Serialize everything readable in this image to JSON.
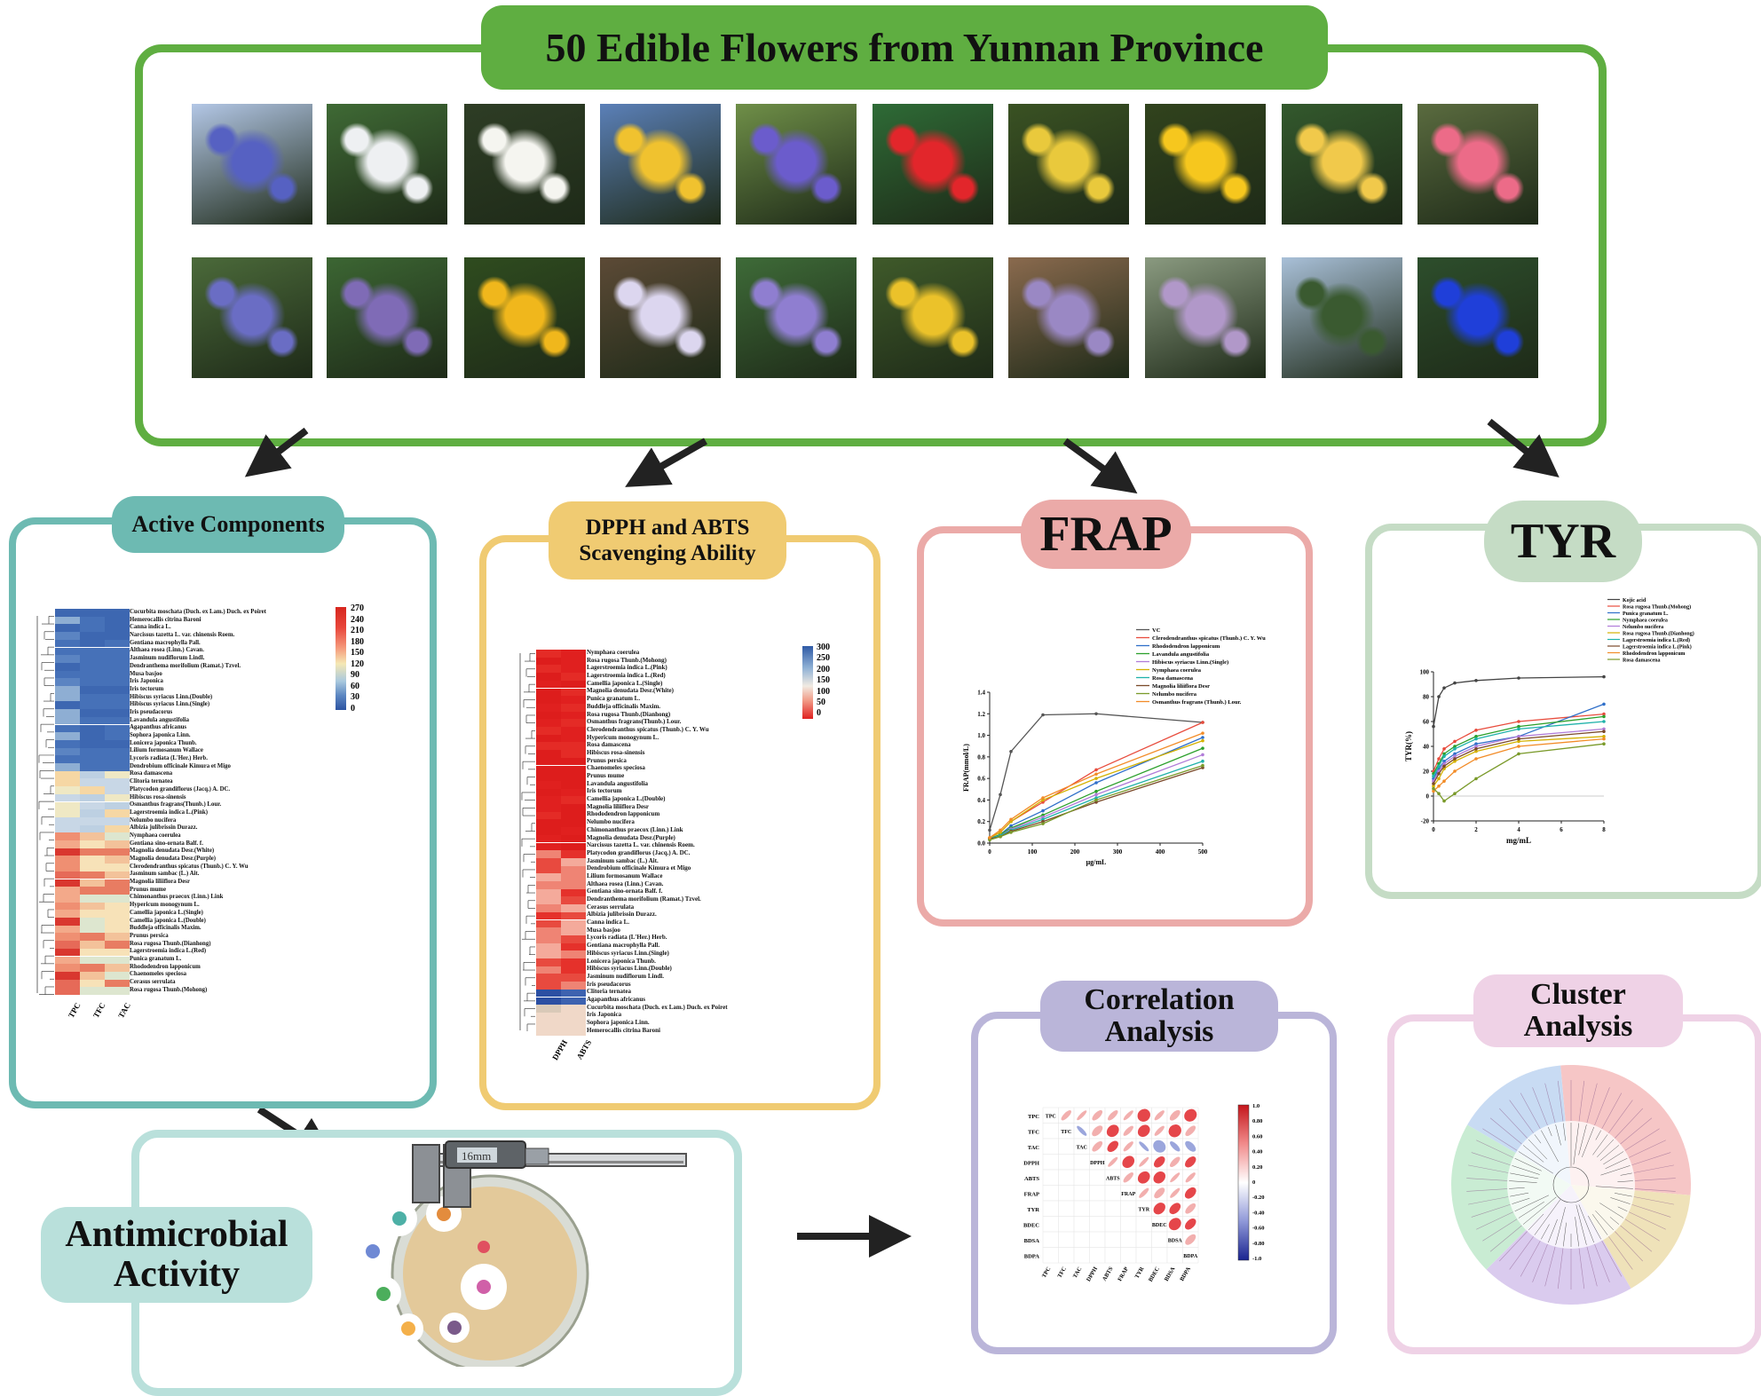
{
  "header": {
    "title": "50 Edible Flowers from Yunnan Province"
  },
  "photos": [
    {
      "bg": "#b3c7e6",
      "fg": "#5661c2"
    },
    {
      "bg": "#3f6a35",
      "fg": "#eef0f2"
    },
    {
      "bg": "#2e3d25",
      "fg": "#f5f5f0"
    },
    {
      "bg": "#5b80b8",
      "fg": "#f0c22f"
    },
    {
      "bg": "#6f8f48",
      "fg": "#6b5ccc"
    },
    {
      "bg": "#2e6b36",
      "fg": "#e2262b"
    },
    {
      "bg": "#3a5223",
      "fg": "#e9c93c"
    },
    {
      "bg": "#31431d",
      "fg": "#f6c71e"
    },
    {
      "bg": "#33592d",
      "fg": "#f1c94b"
    },
    {
      "bg": "#5a6b3f",
      "fg": "#ec6b88"
    },
    {
      "bg": "#4b6a3a",
      "fg": "#6a6dc4"
    },
    {
      "bg": "#3c6633",
      "fg": "#7f6bb6"
    },
    {
      "bg": "#2f4c1f",
      "fg": "#f0b71c"
    },
    {
      "bg": "#5c4a36",
      "fg": "#dcd6ef"
    },
    {
      "bg": "#3e6b38",
      "fg": "#8f7ed0"
    },
    {
      "bg": "#3f5a2a",
      "fg": "#ebc22a"
    },
    {
      "bg": "#8a6a4e",
      "fg": "#9a88c4"
    },
    {
      "bg": "#8a9a80",
      "fg": "#b198c9"
    },
    {
      "bg": "#a9c0d8",
      "fg": "#3a5a30"
    },
    {
      "bg": "#2d4e2c",
      "fg": "#1f3fd9"
    }
  ],
  "active": {
    "title": "Active Components",
    "species": [
      "Cucurbita moschata (Duch. ex Lam.) Duch. ex Poiret",
      "Hemerocallis citrina Baroni",
      "Canna indica L.",
      "Narcissus tazetta L. var. chinensis Roem.",
      "Gentiana macrophylla Pall.",
      "Althaea rosea (Linn.) Cavan.",
      "Jasminum nudiflorum Lindl.",
      "Dendranthema morifolium (Ramat.) Tzvel.",
      "Musa basjoo",
      "Iris Japonica",
      "Iris tectorum",
      "Hibiscus syriacus Linn.(Double)",
      "Hibiscus syriacus Linn.(Single)",
      "Iris pseudacorus",
      "Lavandula angustifolia",
      "Agapanthus africanus",
      "Sophora japonica Linn.",
      "Lonicera japonica Thunb.",
      "Lilium formosanum Wallace",
      "Lycoris radiata (L'Her.) Herb.",
      "Dendrobium officinale Kimura et Migo",
      "Rosa damascena",
      "Clitoria ternatea",
      "Platycodon grandiflorus (Jacq.) A. DC.",
      "Hibiscus rosa-sinensis",
      "Osmanthus fragrans(Thunb.) Lour.",
      "Lagerstroemia indica L.(Pink)",
      "Nelumbo nucifera",
      "Albizia julibrissin Durazz.",
      "Nymphaea coerulea",
      "Gentiana sino-ornata Balf. f.",
      "Magnolia denudata Desr.(White)",
      "Magnolia denudata Desr.(Purple)",
      "Clerodendranthus spicatus (Thunb.) C. Y. Wu",
      "Jasminum sambac (L.) Ait.",
      "Magnolia liliiflora Desr",
      "Prunus mume",
      "Chimonanthus praecox (Linn.) Link",
      "Hypericum monogynum L.",
      "Camellia japonica L.(Single)",
      "Camellia japonica L.(Double)",
      "Buddleja officinalis Maxim.",
      "Prunus persica",
      "Rosa rugosa Thunb.(Dianhong)",
      "Lagerstroemia indica L.(Red)",
      "Punica granatum L.",
      "Rhododendron lapponicum",
      "Chaenomeles speciosa",
      "Cerasus serrulata",
      "Rosa rugosa Thunb.(Mohong)"
    ],
    "cols": [
      "TPC",
      "TFC",
      "TAC"
    ],
    "legend": [
      "270",
      "240",
      "210",
      "180",
      "150",
      "120",
      "90",
      "60",
      "30",
      "0"
    ]
  },
  "dpph": {
    "title": "DPPH and ABTS Scavenging Ability",
    "species": [
      "Nymphaea coerulea",
      "Rosa rugosa Thunb.(Mohong)",
      "Lagerstroemia indica L.(Pink)",
      "Lagerstroemia indica L.(Red)",
      "Camellia japonica L.(Single)",
      "Magnolia denudata Desr.(White)",
      "Punica granatum L.",
      "Buddleja officinalis Maxim.",
      "Rosa rugosa Thunb.(Dianhong)",
      "Osmanthus fragrans(Thunb.) Lour.",
      "Clerodendranthus spicatus (Thunb.) C. Y. Wu",
      "Hypericum monogynum L.",
      "Rosa damascena",
      "Hibiscus rosa-sinensis",
      "Prunus persica",
      "Chaenomeles speciosa",
      "Prunus mume",
      "Lavandula angustifolia",
      "Iris tectorum",
      "Camellia japonica L.(Double)",
      "Magnolia liliiflora Desr",
      "Rhododendron lapponicum",
      "Nelumbo nucifera",
      "Chimonanthus praecox (Linn.) Link",
      "Magnolia denudata Desr.(Purple)",
      "Narcissus tazetta L. var. chinensis Roem.",
      "Platycodon grandiflorus (Jacq.) A. DC.",
      "Jasminum sambac (L.) Ait.",
      "Dendrobium officinale Kimura et Migo",
      "Lilium formosanum Wallace",
      "Althaea rosea (Linn.) Cavan.",
      "Gentiana sino-ornata Balf. f.",
      "Dendranthema morifolium (Ramat.) Tzvel.",
      "Cerasus serrulata",
      "Albizia julibrissin Durazz.",
      "Canna indica L.",
      "Musa basjoo",
      "Lycoris radiata (L'Her.) Herb.",
      "Gentiana macrophylla Pall.",
      "Hibiscus syriacus Linn.(Single)",
      "Lonicera japonica Thunb.",
      "Hibiscus syriacus Linn.(Double)",
      "Jasminum nudiflorum Lindl.",
      "Iris pseudacorus",
      "Clitoria ternatea",
      "Agapanthus africanus",
      "Cucurbita moschata (Duch. ex Lam.) Duch. ex Poiret",
      "Iris Japonica",
      "Sophora japonica Linn.",
      "Hemerocallis citrina Baroni"
    ],
    "cols": [
      "DPPH",
      "ABTS"
    ],
    "legend": [
      "300",
      "250",
      "200",
      "150",
      "100",
      "50",
      "0"
    ]
  },
  "frap": {
    "title": "FRAP",
    "ylabel": "FRAP(mmol/L)",
    "xlabel": "μg/mL",
    "xticks": [
      "0",
      "100",
      "200",
      "300",
      "400",
      "500"
    ],
    "yticks": [
      "0.0",
      "0.2",
      "0.4",
      "0.6",
      "0.8",
      "1.0",
      "1.2",
      "1.4"
    ],
    "legend": [
      "VC",
      "Clerodendranthus spicatus (Thunb.) C. Y. Wu",
      "Rhododendron lapponicum",
      "Lavandula angustifolia",
      "Hibiscus syriacus Linn.(Single)",
      "Nymphaea coerulea",
      "Rosa damascena",
      "Magnolia liliiflora Desr",
      "Nelumbo nucifera",
      "Osmanthus fragrans (Thunb.) Lour."
    ]
  },
  "tyr": {
    "title": "TYR",
    "ylabel": "TYR(%)",
    "xlabel": "mg/mL",
    "xticks": [
      "0",
      "2",
      "4",
      "6",
      "8"
    ],
    "yticks": [
      "100",
      "80",
      "60",
      "40",
      "20",
      "0",
      "-20"
    ],
    "legend": [
      "Kojic acid",
      "Rosa rugosa Thunb.(Mohong)",
      "Punica granatum L.",
      "Nymphaea coerulea",
      "Nelumbo nucifera",
      "Rosa rugosa Thunb.(Dianhong)",
      "Lagerstroemia indica L.(Red)",
      "Lagerstroemia indica L.(Pink)",
      "Rhododendron lapponicum",
      "Rosa damascena"
    ]
  },
  "antimicrobial": {
    "title": "Antimicrobial Activity",
    "caliper": "16mm"
  },
  "correlation": {
    "title": "Correlation Analysis",
    "vars": [
      "TPC",
      "TFC",
      "TAC",
      "DPPH",
      "ABTS",
      "FRAP",
      "TYR",
      "BDEC",
      "BDSA",
      "BDPA"
    ],
    "scale": [
      "1.0",
      "0.80",
      "0.60",
      "0.40",
      "0.20",
      "0",
      "-0.20",
      "-0.40",
      "-0.60",
      "-0.80",
      "-1.0"
    ]
  },
  "cluster": {
    "title": "Cluster Analysis"
  },
  "chart_data": [
    {
      "type": "line",
      "title": "FRAP",
      "xlabel": "μg/mL",
      "ylabel": "FRAP(mmol/L)",
      "xlim": [
        0,
        500
      ],
      "ylim": [
        0,
        1.4
      ],
      "x": [
        0,
        25,
        50,
        125,
        250,
        500
      ],
      "series": [
        {
          "name": "VC",
          "color": "#555555",
          "values": [
            0.12,
            0.45,
            0.85,
            1.19,
            1.2,
            1.12
          ]
        },
        {
          "name": "Clerodendranthus spicatus (Thunb.) C. Y. Wu",
          "color": "#e84c3d",
          "values": [
            0.05,
            0.1,
            0.2,
            0.38,
            0.68,
            1.12
          ]
        },
        {
          "name": "Rhododendron lapponicum",
          "color": "#2f6fc9",
          "values": [
            0.04,
            0.08,
            0.16,
            0.3,
            0.56,
            0.98
          ]
        },
        {
          "name": "Lavandula angustifolia",
          "color": "#2ca02c",
          "values": [
            0.04,
            0.08,
            0.14,
            0.26,
            0.48,
            0.88
          ]
        },
        {
          "name": "Hibiscus syriacus Linn.(Single)",
          "color": "#b07cd8",
          "values": [
            0.04,
            0.07,
            0.13,
            0.24,
            0.45,
            0.82
          ]
        },
        {
          "name": "Nymphaea coerulea",
          "color": "#d4b100",
          "values": [
            0.05,
            0.1,
            0.2,
            0.4,
            0.6,
            0.95
          ]
        },
        {
          "name": "Rosa damascena",
          "color": "#20b2aa",
          "values": [
            0.04,
            0.07,
            0.12,
            0.22,
            0.42,
            0.76
          ]
        },
        {
          "name": "Magnolia liliiflora Desr",
          "color": "#7b4a2a",
          "values": [
            0.04,
            0.06,
            0.11,
            0.2,
            0.38,
            0.7
          ]
        },
        {
          "name": "Nelumbo nucifera",
          "color": "#7a9a2a",
          "values": [
            0.03,
            0.06,
            0.1,
            0.18,
            0.4,
            0.72
          ]
        },
        {
          "name": "Osmanthus fragrans (Thunb.) Lour.",
          "color": "#f28c28",
          "values": [
            0.05,
            0.12,
            0.22,
            0.42,
            0.64,
            1.02
          ]
        }
      ]
    },
    {
      "type": "line",
      "title": "TYR",
      "xlabel": "mg/mL",
      "ylabel": "TYR(%)",
      "xlim": [
        0,
        8
      ],
      "ylim": [
        -20,
        100
      ],
      "x": [
        0,
        0.25,
        0.5,
        1,
        2,
        4,
        8
      ],
      "series": [
        {
          "name": "Kojic acid",
          "color": "#444444",
          "values": [
            56,
            80,
            87,
            91,
            93,
            95,
            96
          ]
        },
        {
          "name": "Rosa rugosa Thunb.(Mohong)",
          "color": "#e84c3d",
          "values": [
            20,
            30,
            38,
            44,
            53,
            60,
            66
          ]
        },
        {
          "name": "Punica granatum L.",
          "color": "#2f6fc9",
          "values": [
            14,
            22,
            28,
            34,
            42,
            48,
            74
          ]
        },
        {
          "name": "Nymphaea coerulea",
          "color": "#2ca02c",
          "values": [
            18,
            26,
            34,
            40,
            48,
            56,
            64
          ]
        },
        {
          "name": "Nelumbo nucifera",
          "color": "#b07cd8",
          "values": [
            12,
            20,
            26,
            32,
            40,
            48,
            54
          ]
        },
        {
          "name": "Rosa rugosa Thunb.(Dianhong)",
          "color": "#d4b100",
          "values": [
            8,
            14,
            22,
            28,
            36,
            44,
            48
          ]
        },
        {
          "name": "Lagerstroemia indica L.(Red)",
          "color": "#20b2aa",
          "values": [
            16,
            24,
            32,
            38,
            46,
            54,
            60
          ]
        },
        {
          "name": "Lagerstroemia indica L.(Pink)",
          "color": "#7b4a2a",
          "values": [
            10,
            18,
            24,
            30,
            38,
            46,
            52
          ]
        },
        {
          "name": "Rhododendron lapponicum",
          "color": "#f28c28",
          "values": [
            4,
            8,
            12,
            20,
            30,
            40,
            46
          ]
        },
        {
          "name": "Rosa damascena",
          "color": "#7a9a2a",
          "values": [
            6,
            2,
            -4,
            2,
            14,
            34,
            42
          ]
        }
      ]
    }
  ]
}
